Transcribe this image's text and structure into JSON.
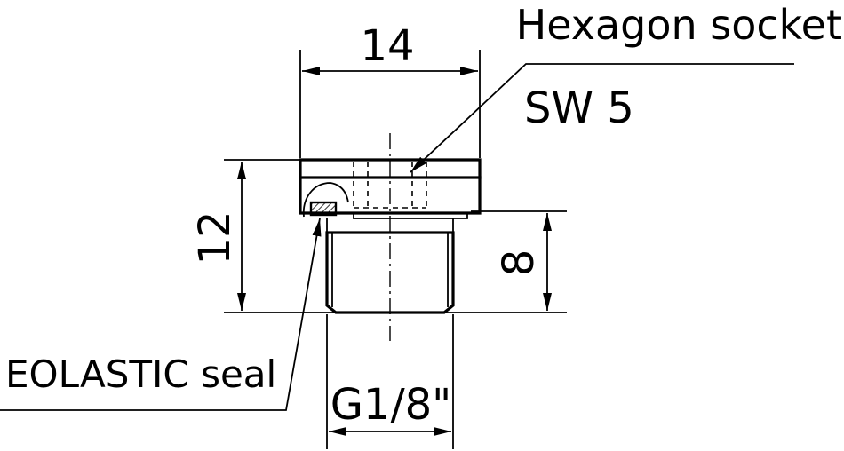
{
  "drawing": {
    "dimensions": {
      "width_top": "14",
      "height_total": "12",
      "height_thread": "8",
      "thread": "G1/8\""
    },
    "callouts": {
      "hexagon_socket": "Hexagon socket",
      "socket_size": "SW 5",
      "seal": "EOLASTIC seal"
    }
  }
}
